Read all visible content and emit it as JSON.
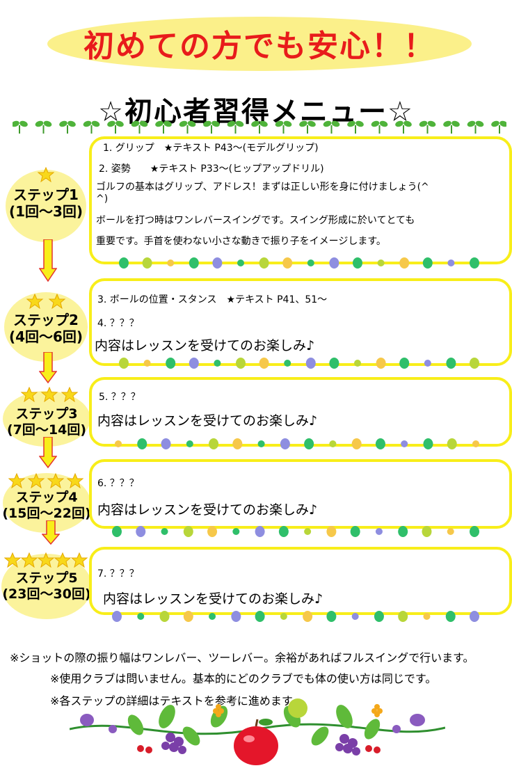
{
  "banner": {
    "text": "初めての方でも安心！！"
  },
  "menu_title": "☆初心者習得メニュー☆",
  "steps": [
    {
      "label": "ステップ1",
      "range": "(1回～3回)",
      "stars": 1,
      "lines": [
        "1. グリップ　★テキスト P43～(モデルグリップ)",
        "2. 姿勢　　★テキスト P33～(ヒップアップドリル)",
        "ゴルフの基本はグリップ、アドレス！まずは正しい形を身に付けましょう(^",
        "^)",
        "ボールを打つ時はワンレバースイングです。スイング形成に於いてとても",
        "重要です。手首を使わない小さな動きで振り子をイメージします。"
      ]
    },
    {
      "label": "ステップ2",
      "range": "(4回～6回)",
      "stars": 2,
      "lines": [
        "3. ボールの位置・スタンス　★テキスト P41、51～",
        "4. ？？？",
        "内容はレッスンを受けてのお楽しみ♪"
      ]
    },
    {
      "label": "ステップ3",
      "range": "(7回～14回)",
      "stars": 3,
      "lines": [
        "5. ？？？",
        "内容はレッスンを受けてのお楽しみ♪"
      ]
    },
    {
      "label": "ステップ4",
      "range": "(15回～22回)",
      "stars": 4,
      "lines": [
        "6. ？？？",
        "内容はレッスンを受けてのお楽しみ♪"
      ]
    },
    {
      "label": "ステップ5",
      "range": "(23回～30回)",
      "stars": 5,
      "lines": [
        "7. ？？？",
        "内容はレッスンを受けてのお楽しみ♪"
      ]
    }
  ],
  "notes": [
    "※ショットの際の振り幅はワンレバー、ツーレバー。余裕があればフルスイングで行います。",
    "※使用クラブは問いません。基本的にどのクラブでも体の使い方は同じです。",
    "※各ステップの詳細はテキストを参考に進めます。"
  ],
  "colors": {
    "banner_bg": "#fbf08a",
    "banner_text": "#e81b1b",
    "box_border": "#f8ee1a",
    "circle_bg": "#fbf39c",
    "arrow": "#f8ee1a"
  },
  "icons": [
    "star-icon",
    "sprout-icon",
    "arrow-down-icon",
    "dot-icon",
    "fruit-vine-icon"
  ]
}
